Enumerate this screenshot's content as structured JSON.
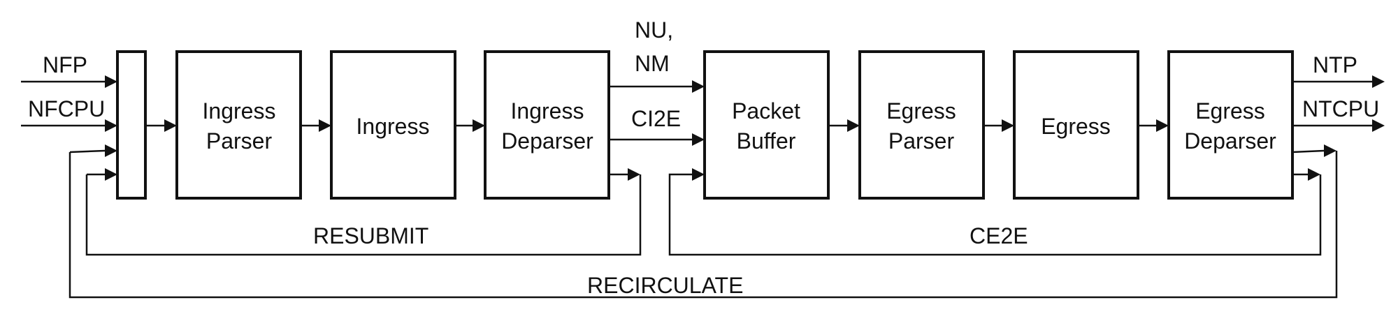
{
  "blocks": {
    "ingress_parser": [
      "Ingress",
      "Parser"
    ],
    "ingress": [
      "Ingress"
    ],
    "ingress_deparser": [
      "Ingress",
      "Deparser"
    ],
    "packet_buffer": [
      "Packet",
      "Buffer"
    ],
    "egress_parser": [
      "Egress",
      "Parser"
    ],
    "egress": [
      "Egress"
    ],
    "egress_deparser": [
      "Egress",
      "Deparser"
    ]
  },
  "signals": {
    "nfp": "NFP",
    "nfcpu": "NFCPU",
    "nu": "NU,",
    "nm": "NM",
    "ci2e": "CI2E",
    "ntp": "NTP",
    "ntcpu": "NTCPU",
    "resubmit": "RESUBMIT",
    "ce2e": "CE2E",
    "recirculate": "RECIRCULATE"
  }
}
